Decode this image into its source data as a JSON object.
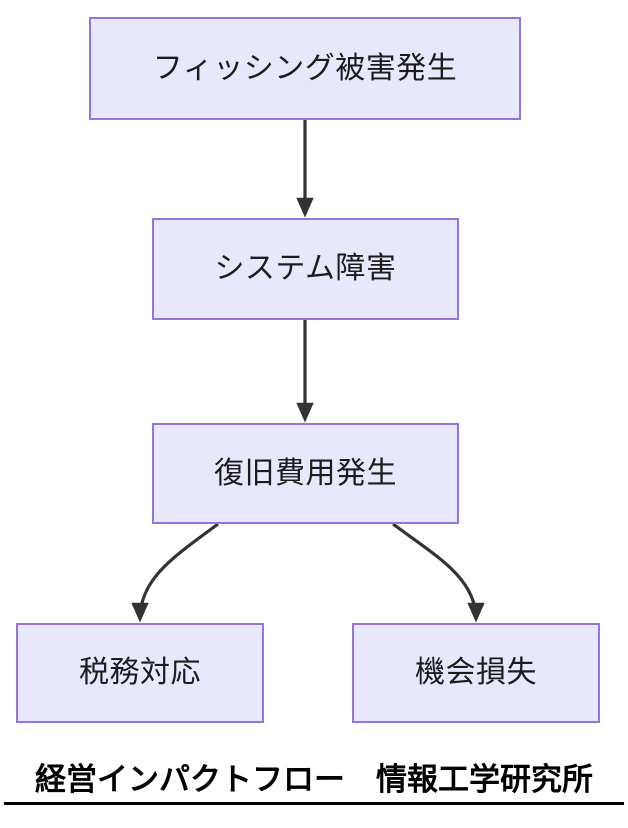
{
  "diagram": {
    "type": "flowchart",
    "title": "経営インパクトフロー　情報工学研究所",
    "caption": "経営インパクトフロー　情報工学研究所",
    "colors": {
      "node_fill": "#e8e8fc",
      "node_border": "#9673e0",
      "node_text": "#1c1c1c",
      "edge": "#333333",
      "caption_text": "#000000",
      "background": "#ffffff"
    },
    "nodes": [
      {
        "id": "phishing",
        "label": "フィッシング被害発生"
      },
      {
        "id": "system_failure",
        "label": "システム障害"
      },
      {
        "id": "recovery_cost",
        "label": "復旧費用発生"
      },
      {
        "id": "tax_response",
        "label": "税務対応"
      },
      {
        "id": "opportunity_loss",
        "label": "機会損失"
      }
    ],
    "edges": [
      {
        "from": "phishing",
        "to": "system_failure",
        "style": "straight",
        "arrow": "end"
      },
      {
        "from": "system_failure",
        "to": "recovery_cost",
        "style": "straight",
        "arrow": "end"
      },
      {
        "from": "recovery_cost",
        "to": "tax_response",
        "style": "curved",
        "arrow": "end"
      },
      {
        "from": "recovery_cost",
        "to": "opportunity_loss",
        "style": "curved",
        "arrow": "end"
      }
    ]
  }
}
